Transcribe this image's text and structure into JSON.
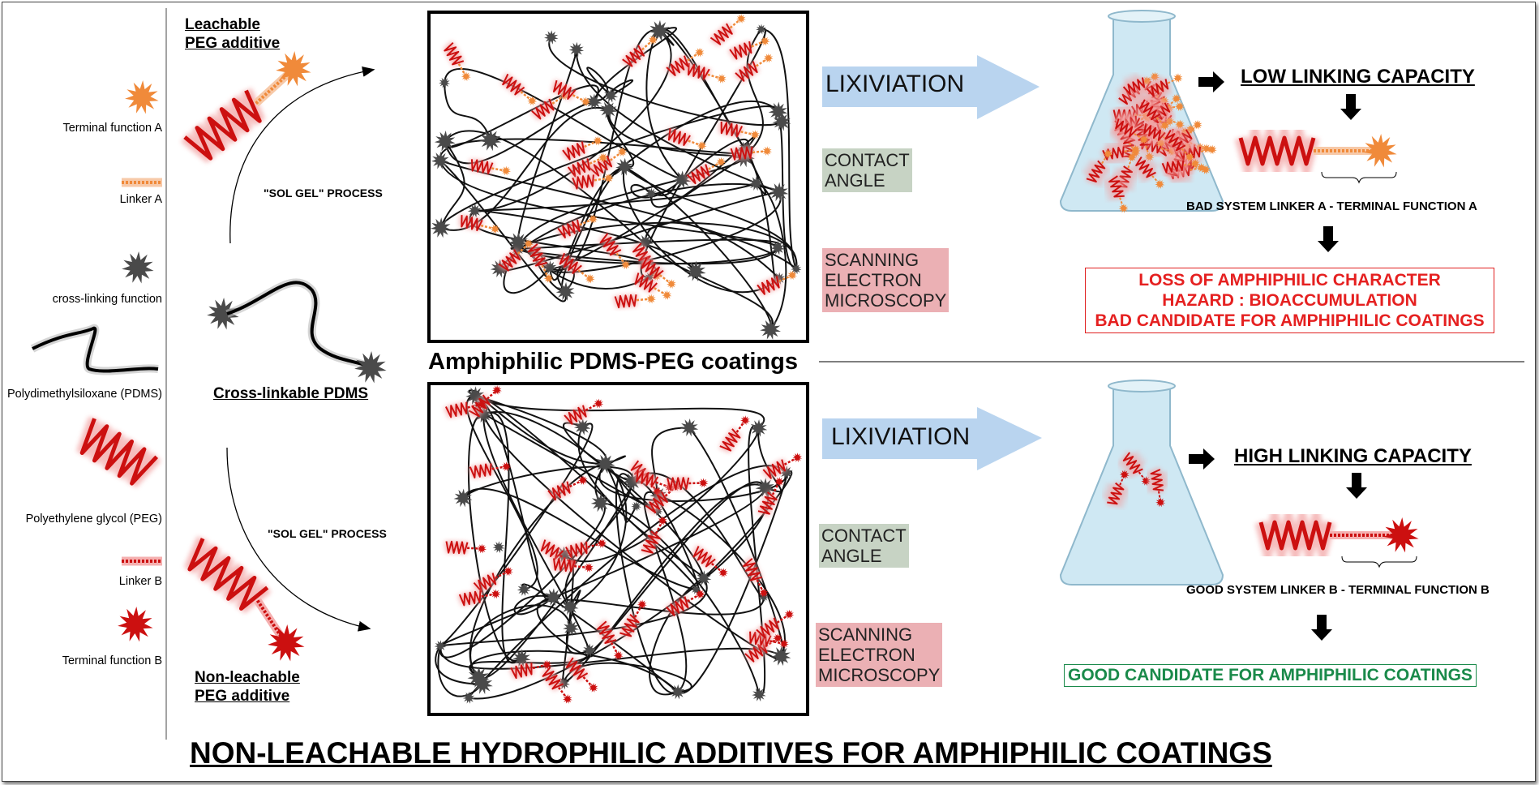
{
  "legend": {
    "terminal_a": "Terminal function A",
    "linker_a": "Linker A",
    "crosslink": "cross-linking function",
    "pdms": "Polydimethylsiloxane (PDMS)",
    "peg": "Polyethylene glycol (PEG)",
    "linker_b": "Linker B",
    "terminal_b": "Terminal function B"
  },
  "additives": {
    "leachable_line1": "Leachable",
    "leachable_line2": "PEG additive",
    "crosslinkable": "Cross-linkable PDMS",
    "nonleachable_line1": "Non-leachable",
    "nonleachable_line2": "PEG additive",
    "sol_gel_top": "\"SOL GEL\" PROCESS",
    "sol_gel_bottom": "\"SOL GEL\" PROCESS"
  },
  "center_title": "Amphiphilic PDMS-PEG coatings",
  "top": {
    "lixiviation": "LIXIVIATION",
    "contact_l1": "CONTACT",
    "contact_l2": "ANGLE",
    "sem_l1": "SCANNING",
    "sem_l2": "ELECTRON",
    "sem_l3": "MICROSCOPY",
    "capacity": "LOW LINKING CAPACITY",
    "system": "BAD SYSTEM LINKER A - TERMINAL FUNCTION A",
    "result_l1": "LOSS OF AMPHIPHILIC CHARACTER",
    "result_l2": "HAZARD : BIOACCUMULATION",
    "result_l3": "BAD CANDIDATE FOR AMPHIPHILIC COATINGS"
  },
  "bottom": {
    "lixiviation": "LIXIVIATION",
    "contact_l1": "CONTACT",
    "contact_l2": "ANGLE",
    "sem_l1": "SCANNING",
    "sem_l2": "ELECTRON",
    "sem_l3": "MICROSCOPY",
    "capacity": "HIGH LINKING CAPACITY",
    "system": "GOOD SYSTEM LINKER B - TERMINAL FUNCTION B",
    "result": "GOOD CANDIDATE FOR AMPHIPHILIC COATINGS"
  },
  "main_title": "NON-LEACHABLE HYDROPHILIC ADDITIVES FOR AMPHIPHILIC COATINGS",
  "colors": {
    "peg_red": "#cc1010",
    "linker_orange": "#f08a3a",
    "crosslink_gray": "#4a4a4a",
    "arrow_blue": "#b7d3ee",
    "bad_red": "#e52020",
    "good_green": "#1a8a4a"
  }
}
